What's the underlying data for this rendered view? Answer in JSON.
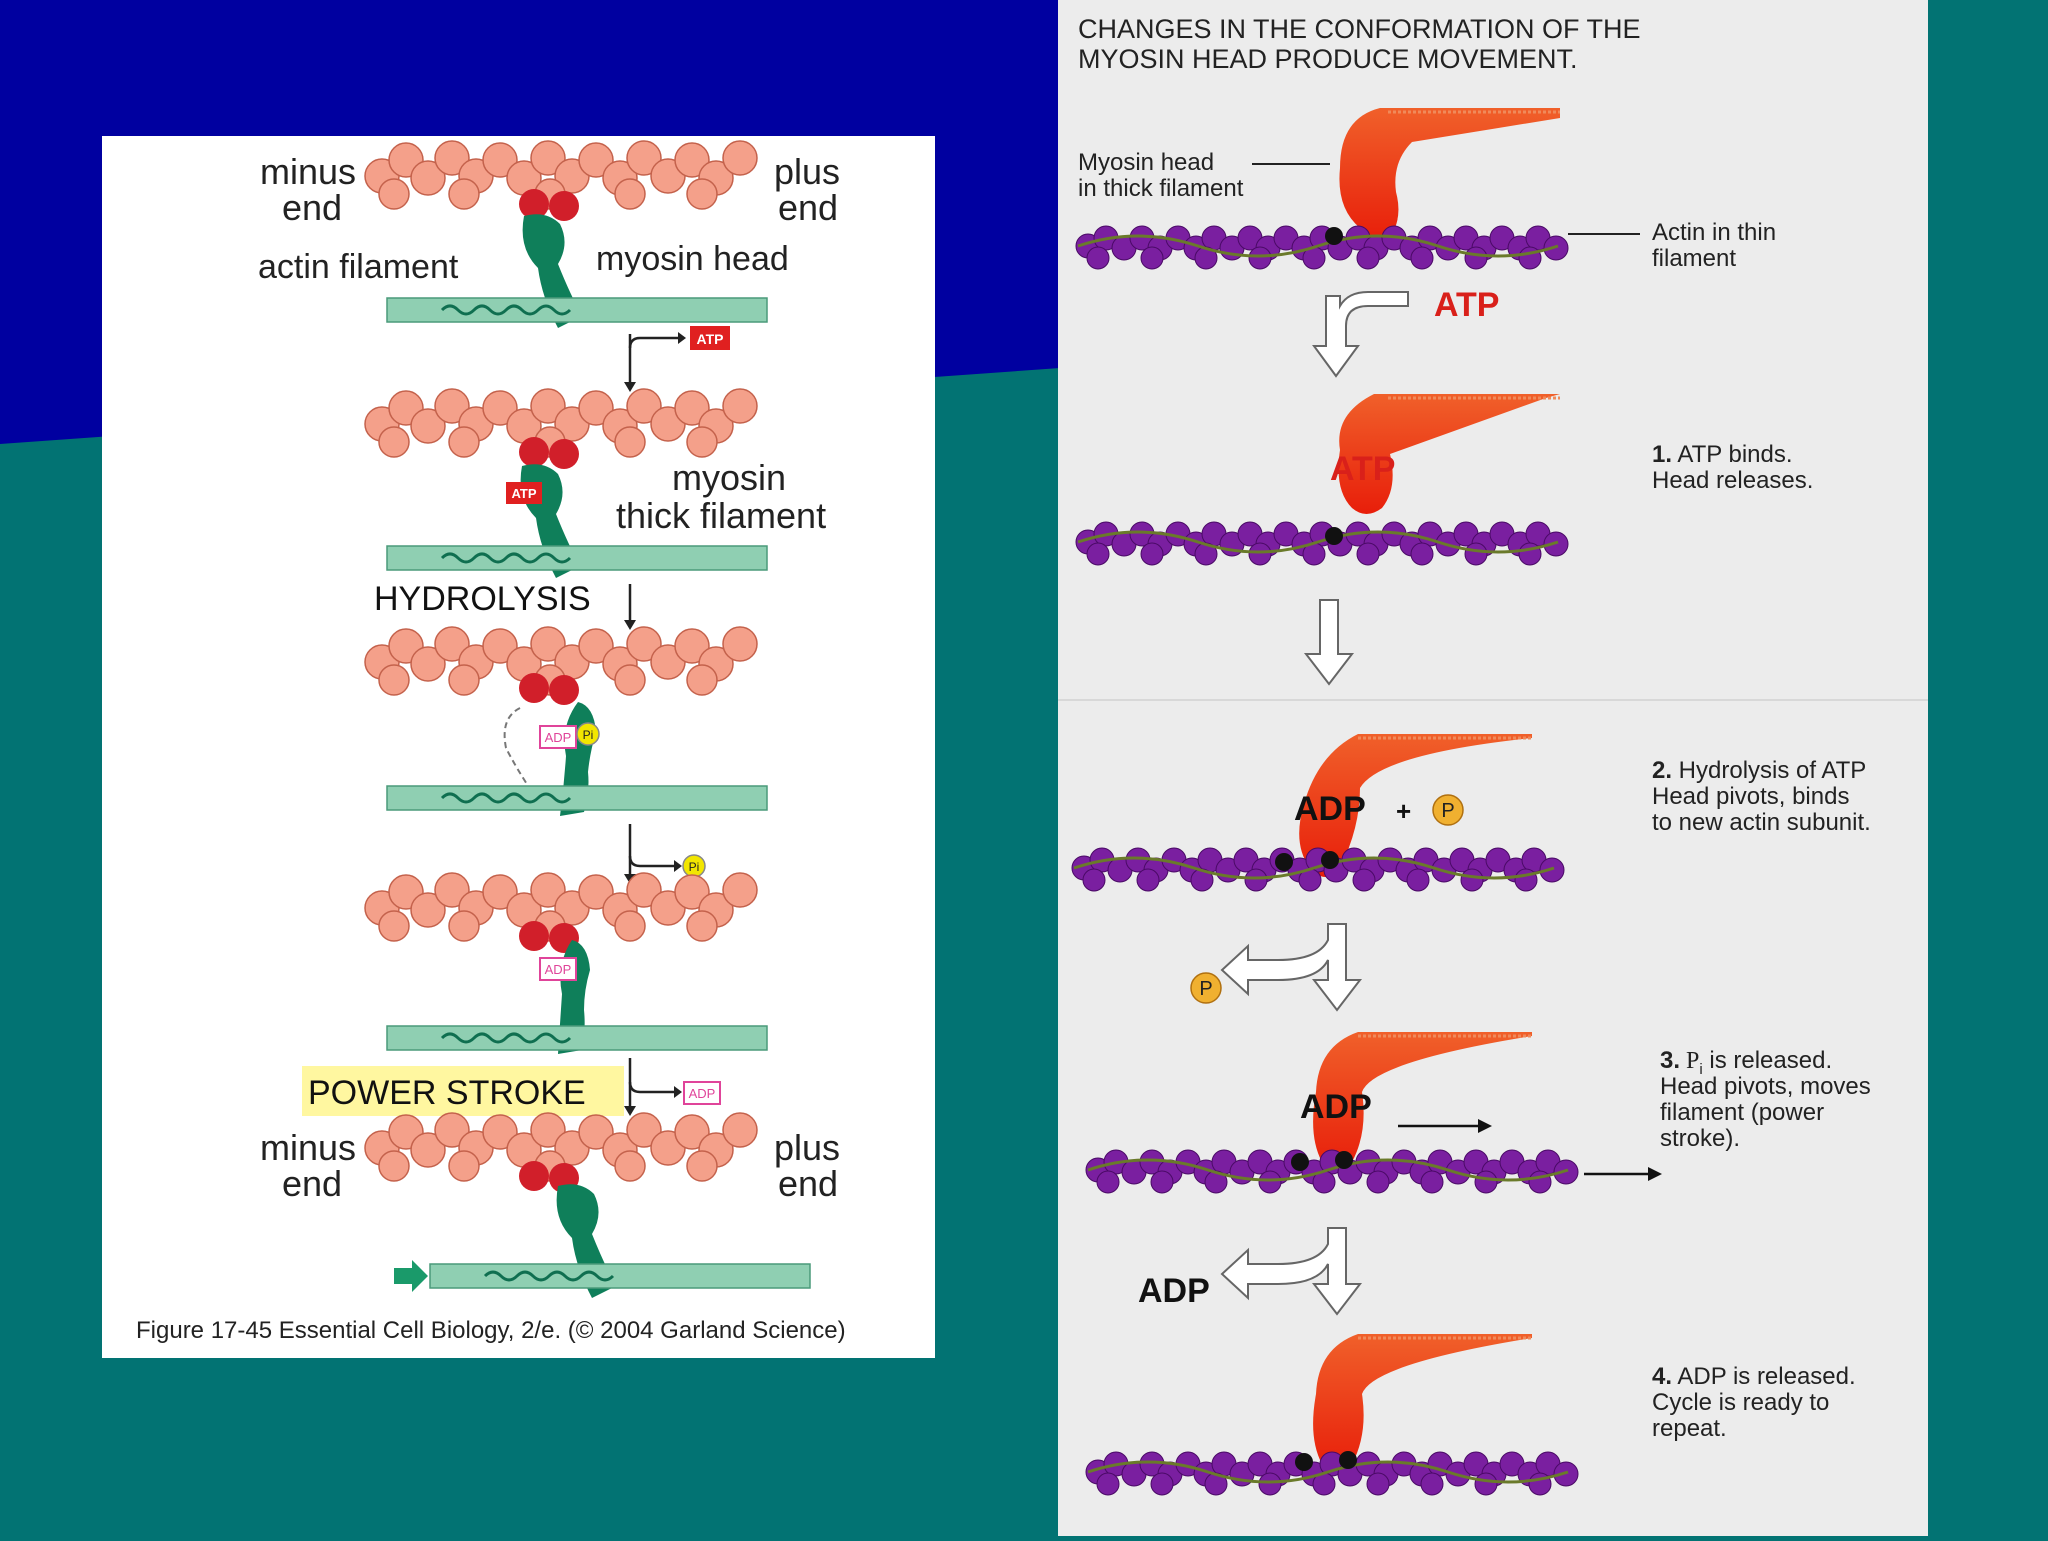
{
  "slide": {
    "colors": {
      "navy": "#0000a0",
      "teal": "#027373",
      "actin": "#f4a08a",
      "actin_bound": "#d11f2a",
      "myosin_green": "#0f7f5a",
      "thick_filament": "#8fcfb2",
      "myosin_red": "#e8280a",
      "actin_purple": "#7a1fa0"
    }
  },
  "left_figure": {
    "labels": {
      "minus_end_top": [
        "minus",
        "end"
      ],
      "plus_end_top": [
        "plus",
        "end"
      ],
      "actin_filament": "actin filament",
      "myosin_head": "myosin head",
      "myosin_thick_filament": [
        "myosin",
        "thick filament"
      ],
      "minus_end_bottom": [
        "minus",
        "end"
      ],
      "plus_end_bottom": [
        "plus",
        "end"
      ]
    },
    "steps": {
      "atp_tag": "ATP",
      "hydrolysis": "HYDROLYSIS",
      "pi_tag": "Pi",
      "adp_tag": "ADP",
      "power_stroke": "POWER STROKE"
    },
    "caption": "Figure 17-45   Essential Cell Biology, 2/e. (© 2004 Garland Science)"
  },
  "right_figure": {
    "title": [
      "CHANGES IN THE CONFORMATION OF THE",
      "MYOSIN HEAD PRODUCE MOVEMENT."
    ],
    "labels": {
      "myosin_head": [
        "Myosin head",
        "in thick filament"
      ],
      "actin": [
        "Actin in thin",
        "filament"
      ]
    },
    "transitions": {
      "atp_in": "ATP",
      "pi_out": "P",
      "adp_out": "ADP"
    },
    "head_labels": {
      "atp": "ATP",
      "adp_pi": "ADP",
      "plus": "+",
      "adp3": "ADP"
    },
    "steps": [
      {
        "num": "1.",
        "lines": [
          " ATP binds.",
          "Head releases."
        ]
      },
      {
        "num": "2.",
        "lines": [
          " Hydrolysis of ATP",
          "Head pivots, binds",
          "to new actin subunit."
        ]
      },
      {
        "num": "3.",
        "lines": [
          " P",
          " is released.",
          "Head pivots, moves",
          "filament (power",
          "stroke)."
        ]
      },
      {
        "num": "4.",
        "lines": [
          " ADP is released.",
          "Cycle is ready to",
          "repeat."
        ]
      }
    ]
  }
}
